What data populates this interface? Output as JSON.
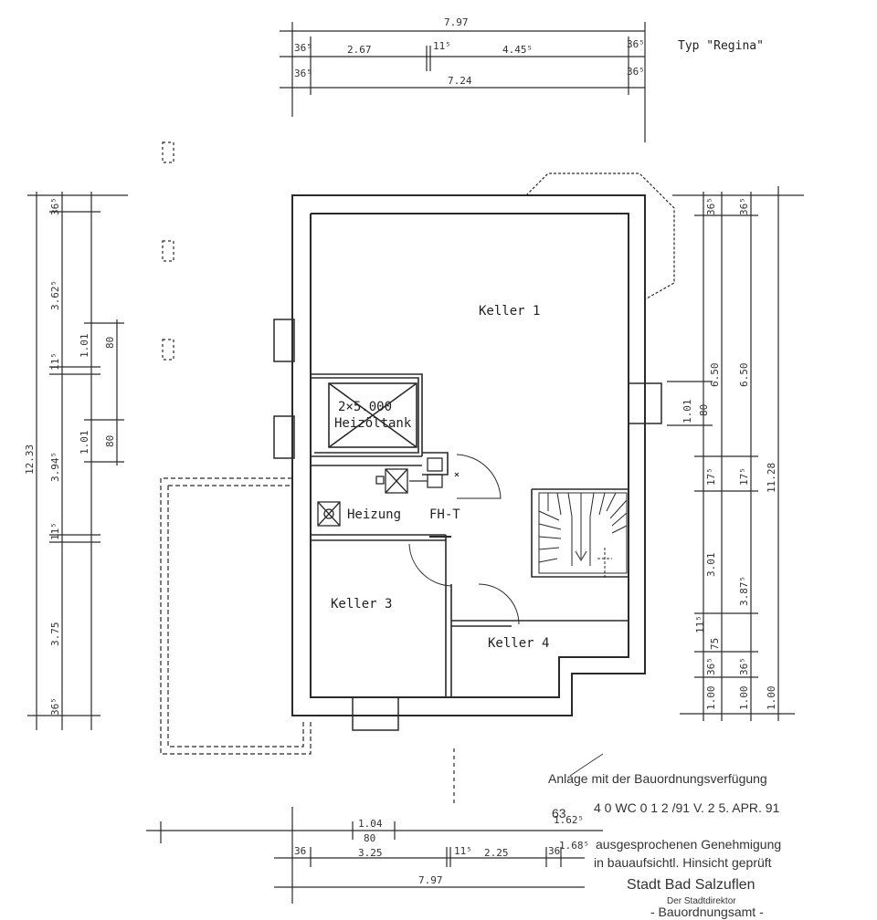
{
  "title": "Typ \"Regina\"",
  "rooms": {
    "keller1": "Keller 1",
    "keller3": "Keller 3",
    "keller4": "Keller 4",
    "heizung": "Heizung",
    "fht": "FH-T",
    "tank_top": "2×5.000",
    "tank_bottom": "Heizöltank"
  },
  "dims_top": {
    "overall": "7.97",
    "wall_left": "36⁵",
    "left_span": "2.67",
    "inner_wall": "11⁵",
    "right_span": "4.45⁵",
    "wall_right": "36⁵",
    "wall_left2": "36⁵",
    "inner": "7.24",
    "wall_right2": "36⁵"
  },
  "dims_left": {
    "overall": "12.33",
    "w1": "36⁵",
    "s1": "3.62⁵",
    "w2": "11⁵",
    "s2": "3.94⁵",
    "w3": "11⁵",
    "s3": "3.75",
    "w4": "36⁵",
    "win1_a": "1.01",
    "win1_b": "80",
    "win2_a": "1.01",
    "win2_b": "80"
  },
  "dims_right": {
    "overall": "11.28",
    "mid": "6.50",
    "inner": "6.50",
    "w1": "36⁵",
    "w1b": "36⁵",
    "win_a": "1.01",
    "win_b": "80",
    "w2": "17⁵",
    "w2b": "17⁵",
    "s2": "3.01",
    "s2b": "3.87⁵",
    "w3": "11⁵",
    "w3b": "75",
    "w4": "36⁵",
    "w4b": "36⁵",
    "e1": "1.00",
    "e2": "1.00",
    "e3": "1.00"
  },
  "dims_bottom": {
    "win_a": "1.04",
    "win_b": "80",
    "right_small": "1.62⁵",
    "wall_left": "36",
    "left_span": "3.25",
    "inner_wall": "11⁵",
    "mid_span": "2.25",
    "wall_mid": "36",
    "right_span": "1.68⁵",
    "overall": "7.97"
  },
  "stamp": {
    "line1": "Anlage mit der Bauordnungsverfügung",
    "line2_num": "63",
    "line2_code": "4 0 WC 0 1 2 /91 V. 2 5. APR. 91",
    "line3": "ausgesprochenen Genehmigung",
    "line4": "in bauaufsichtl. Hinsicht geprüft",
    "line5": "Stadt Bad Salzuflen",
    "line6": "Der Stadtdirektor",
    "line7": "- Bauordnungsamt -"
  }
}
